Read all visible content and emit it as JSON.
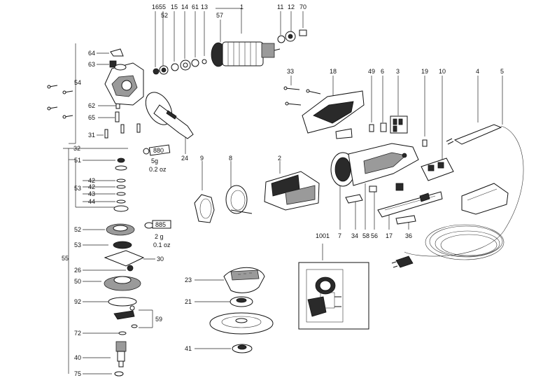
{
  "callouts": {
    "c16": "16",
    "c55top": "55",
    "c52top": "52",
    "c15": "15",
    "c14": "14",
    "c61": "61",
    "c13": "13",
    "c1": "1",
    "c57": "57",
    "c11": "11",
    "c12": "12",
    "c70": "70",
    "c64": "64",
    "c63": "63",
    "c54": "54",
    "c62": "62",
    "c65": "65",
    "c31": "31",
    "c32": "32",
    "c24": "24",
    "c51": "51",
    "c53a": "53",
    "c42a": "42",
    "c42b": "42",
    "c43": "43",
    "c44": "44",
    "c52": "52",
    "c53b": "53",
    "c55": "55",
    "c30": "30",
    "c26": "26",
    "c50": "50",
    "c92": "92",
    "c59": "59",
    "c72": "72",
    "c40": "40",
    "c75": "75",
    "c9": "9",
    "c8": "8",
    "c2": "2",
    "c23": "23",
    "c21": "21",
    "c41": "41",
    "c33": "33",
    "c18": "18",
    "c49": "49",
    "c6": "6",
    "c3": "3",
    "c19": "19",
    "c10": "10",
    "c4": "4",
    "c5": "5",
    "c1001": "1001",
    "c7": "7",
    "c34": "34",
    "c58": "58",
    "c56": "56",
    "c17": "17",
    "c36": "36"
  },
  "grease_labels": {
    "g880_code": "880",
    "g880_qty": "5g",
    "g880_oz": "0.2 oz",
    "g885_code": "885",
    "g885_qty": "2 g",
    "g885_oz": "0.1 oz"
  }
}
